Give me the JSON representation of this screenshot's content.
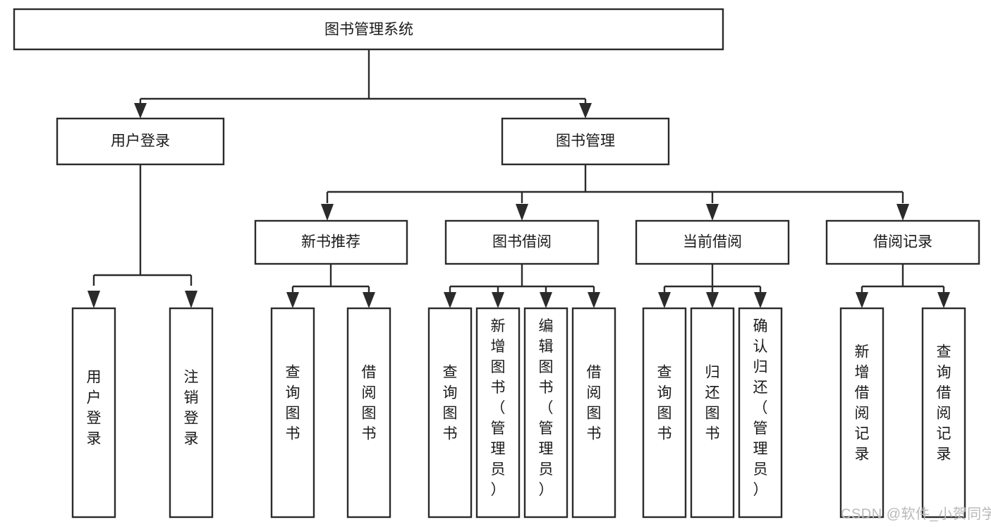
{
  "diagram": {
    "type": "tree-hierarchy",
    "orientation": "top-down",
    "title_text": "图书管理系统",
    "watermark": "CSDN @软件_小贺同学",
    "colors": {
      "background": "#ffffff",
      "node_fill": "#ffffff",
      "node_stroke": "#2b2b2b",
      "connector": "#2b2b2b",
      "text": "#1a1a1a",
      "watermark": "#b9b9b9"
    },
    "levels": {
      "level1": [
        {
          "id": "root",
          "label": "图书管理系统",
          "orientation": "horizontal"
        }
      ],
      "level2": [
        {
          "id": "user-login",
          "label": "用户登录",
          "orientation": "horizontal",
          "parent": "root"
        },
        {
          "id": "book-management",
          "label": "图书管理",
          "orientation": "horizontal",
          "parent": "root"
        }
      ],
      "level3": [
        {
          "id": "new-book-recommend",
          "label": "新书推荐",
          "orientation": "horizontal",
          "parent": "book-management"
        },
        {
          "id": "book-borrow",
          "label": "图书借阅",
          "orientation": "horizontal",
          "parent": "book-management"
        },
        {
          "id": "current-borrow",
          "label": "当前借阅",
          "orientation": "horizontal",
          "parent": "book-management"
        },
        {
          "id": "borrow-record",
          "label": "借阅记录",
          "orientation": "horizontal",
          "parent": "book-management"
        }
      ],
      "level4": [
        {
          "id": "leaf-user-login",
          "label": "用户登录",
          "orientation": "vertical",
          "parent": "user-login"
        },
        {
          "id": "leaf-logout-login",
          "label": "注销登录",
          "orientation": "vertical",
          "parent": "user-login"
        },
        {
          "id": "leaf-query-book-1",
          "label": "查询图书",
          "orientation": "vertical",
          "parent": "new-book-recommend"
        },
        {
          "id": "leaf-borrow-book-1",
          "label": "借阅图书",
          "orientation": "vertical",
          "parent": "new-book-recommend"
        },
        {
          "id": "leaf-query-book-2",
          "label": "查询图书",
          "orientation": "vertical",
          "parent": "book-borrow"
        },
        {
          "id": "leaf-add-book",
          "label": "新增图书（管理员）",
          "orientation": "vertical",
          "parent": "book-borrow"
        },
        {
          "id": "leaf-edit-book",
          "label": "编辑图书（管理员）",
          "orientation": "vertical",
          "parent": "book-borrow"
        },
        {
          "id": "leaf-borrow-book-2",
          "label": "借阅图书",
          "orientation": "vertical",
          "parent": "book-borrow"
        },
        {
          "id": "leaf-query-book-3",
          "label": "查询图书",
          "orientation": "vertical",
          "parent": "current-borrow"
        },
        {
          "id": "leaf-return-book",
          "label": "归还图书",
          "orientation": "vertical",
          "parent": "current-borrow"
        },
        {
          "id": "leaf-confirm-return",
          "label": "确认归还（管理员）",
          "orientation": "vertical",
          "parent": "current-borrow"
        },
        {
          "id": "leaf-add-record",
          "label": "新增借阅记录",
          "orientation": "vertical",
          "parent": "borrow-record"
        },
        {
          "id": "leaf-query-record",
          "label": "查询借阅记录",
          "orientation": "vertical",
          "parent": "borrow-record"
        }
      ]
    }
  }
}
